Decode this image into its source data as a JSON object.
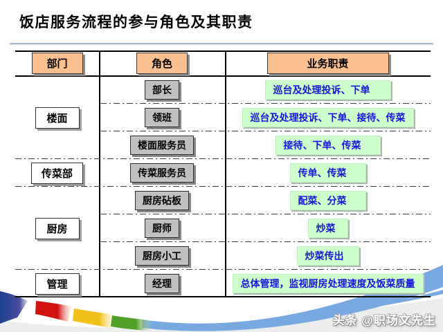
{
  "title": "饭店服务流程的参与角色及其职责",
  "watermark": "头条 @职场文先生",
  "table": {
    "headers": {
      "department": "部门",
      "role": "角色",
      "duty": "业务职责"
    },
    "departments": [
      {
        "label": "楼面",
        "rows_spanned": 3
      },
      {
        "label": "传菜部",
        "rows_spanned": 1
      },
      {
        "label": "厨房",
        "rows_spanned": 3
      },
      {
        "label": "管理",
        "rows_spanned": 1
      }
    ],
    "rows": [
      {
        "role": "部长",
        "duty": "巡台及处理投诉、下单"
      },
      {
        "role": "领班",
        "duty": "巡台及处理投诉、下单、接待、传菜"
      },
      {
        "role": "楼面服务员",
        "duty": "接待、下单、传菜"
      },
      {
        "role": "传菜服务员",
        "duty": "传单、传菜"
      },
      {
        "role": "厨房砧板",
        "duty": "配菜、分菜"
      },
      {
        "role": "厨师",
        "duty": "炒菜"
      },
      {
        "role": "厨房小工",
        "duty": "炒菜传出"
      },
      {
        "role": "经理",
        "duty": "总体管理，监视厨房处理速度及饭菜质量"
      }
    ]
  },
  "colors": {
    "header_fill": "#FAC090",
    "role_fill": "#C0C0C0",
    "department_fill": "#FFFFFF",
    "duty_fill": "#CCFFCC",
    "duty_text": "#1616E0",
    "swoosh_blue": "#78A8E0",
    "swoosh_navy": "#1C3E8E",
    "swoosh_red": "#D21111",
    "swoosh_yellow": "#F2C11B",
    "swoosh_green": "#4F9F28"
  }
}
